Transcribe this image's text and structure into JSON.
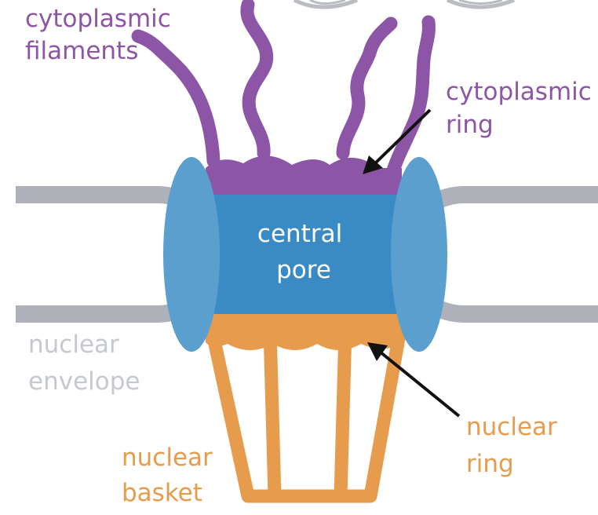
{
  "labels": {
    "cytoplasmic_filaments": [
      "cytoplasmic",
      "filaments"
    ],
    "cytoplasmic_ring": [
      "cytoplasmic",
      "ring"
    ],
    "central_pore": [
      "central",
      "pore"
    ],
    "nuclear_envelope": [
      "nuclear",
      "envelope"
    ],
    "nuclear_ring": [
      "nuclear",
      "ring"
    ],
    "nuclear_basket": [
      "nuclear",
      "basket"
    ]
  },
  "colors": {
    "purple": "#8c55a5",
    "blue_pore": "#3a8bc4",
    "blue_ring": "#5b9fcf",
    "orange": "#e79b4c",
    "gray": "#aeb2b8",
    "text_envelope": "#c5c8cd",
    "text_white": "#ffffff",
    "arrow": "#111111"
  }
}
